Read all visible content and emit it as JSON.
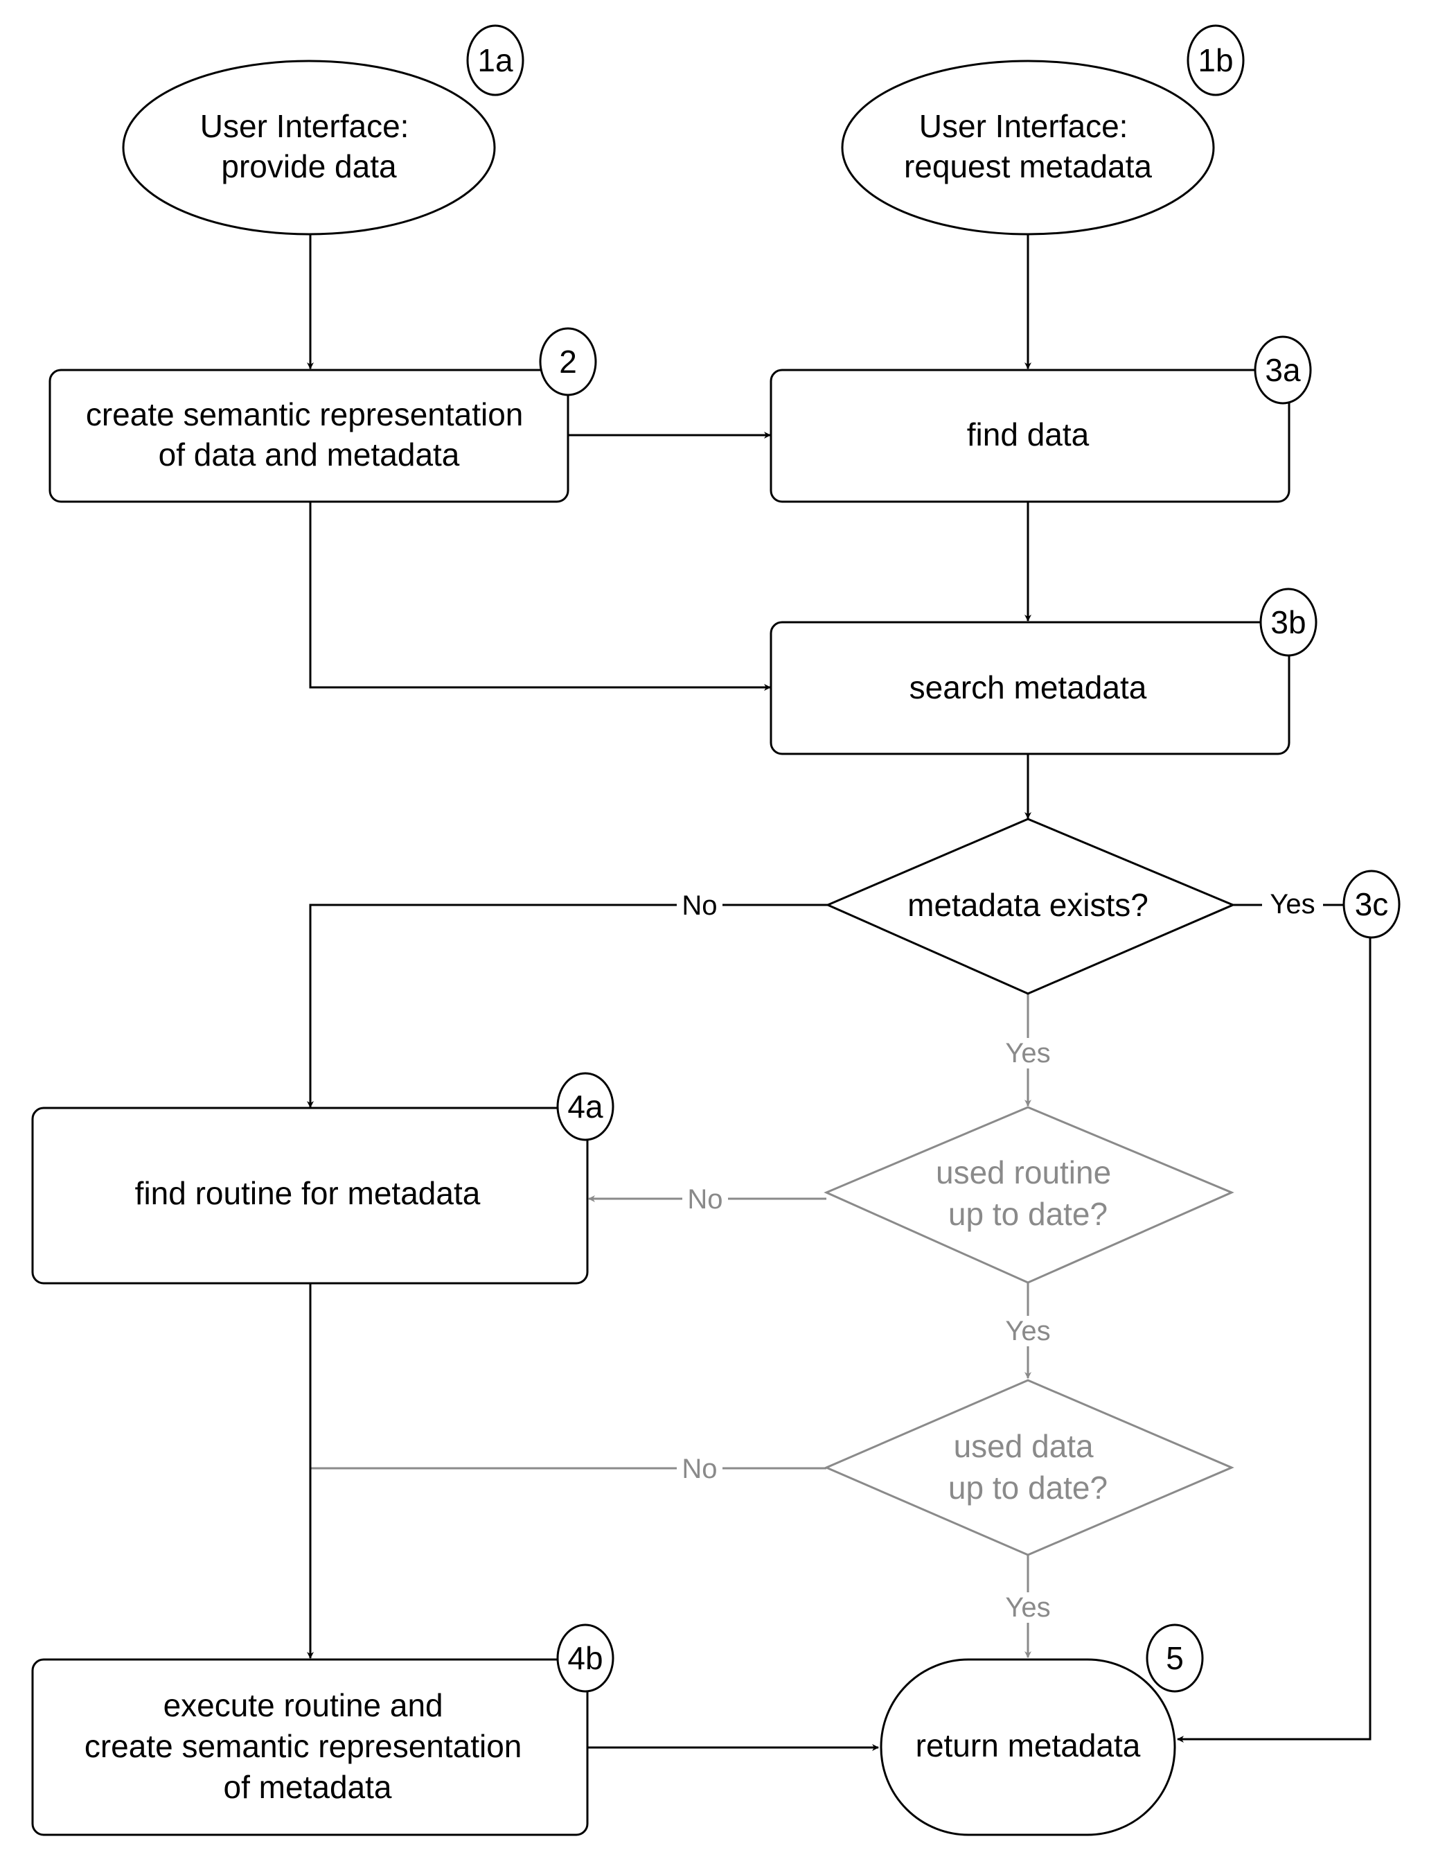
{
  "colors": {
    "primary": "#000000",
    "muted": "#8a8a8a",
    "background": "#ffffff"
  },
  "nodes": {
    "ui_provide": {
      "lines": [
        "User Interface:",
        "provide data"
      ],
      "badge": "1a"
    },
    "ui_request": {
      "lines": [
        "User Interface:",
        "request metadata"
      ],
      "badge": "1b"
    },
    "create_semantic": {
      "lines": [
        "create semantic representation",
        "of data and metadata"
      ],
      "badge": "2"
    },
    "find_data": {
      "lines": [
        "find data"
      ],
      "badge": "3a"
    },
    "search_metadata": {
      "lines": [
        "search metadata"
      ],
      "badge": "3b"
    },
    "metadata_exists": {
      "lines": [
        "metadata exists?"
      ],
      "badge": "3c"
    },
    "routine_up_to_date": {
      "lines": [
        "used routine",
        "up to date?"
      ]
    },
    "data_up_to_date": {
      "lines": [
        "used data",
        "up to date?"
      ]
    },
    "find_routine": {
      "lines": [
        "find routine for metadata"
      ],
      "badge": "4a"
    },
    "execute_routine": {
      "lines": [
        "execute routine and",
        "create semantic representation",
        "of metadata"
      ],
      "badge": "4b"
    },
    "return_metadata": {
      "lines": [
        "return metadata"
      ],
      "badge": "5"
    }
  },
  "edge_labels": {
    "exists_no": "No",
    "exists_yes_right": "Yes",
    "exists_yes_down": "Yes",
    "routine_no": "No",
    "routine_yes": "Yes",
    "data_no": "No",
    "data_yes": "Yes"
  }
}
